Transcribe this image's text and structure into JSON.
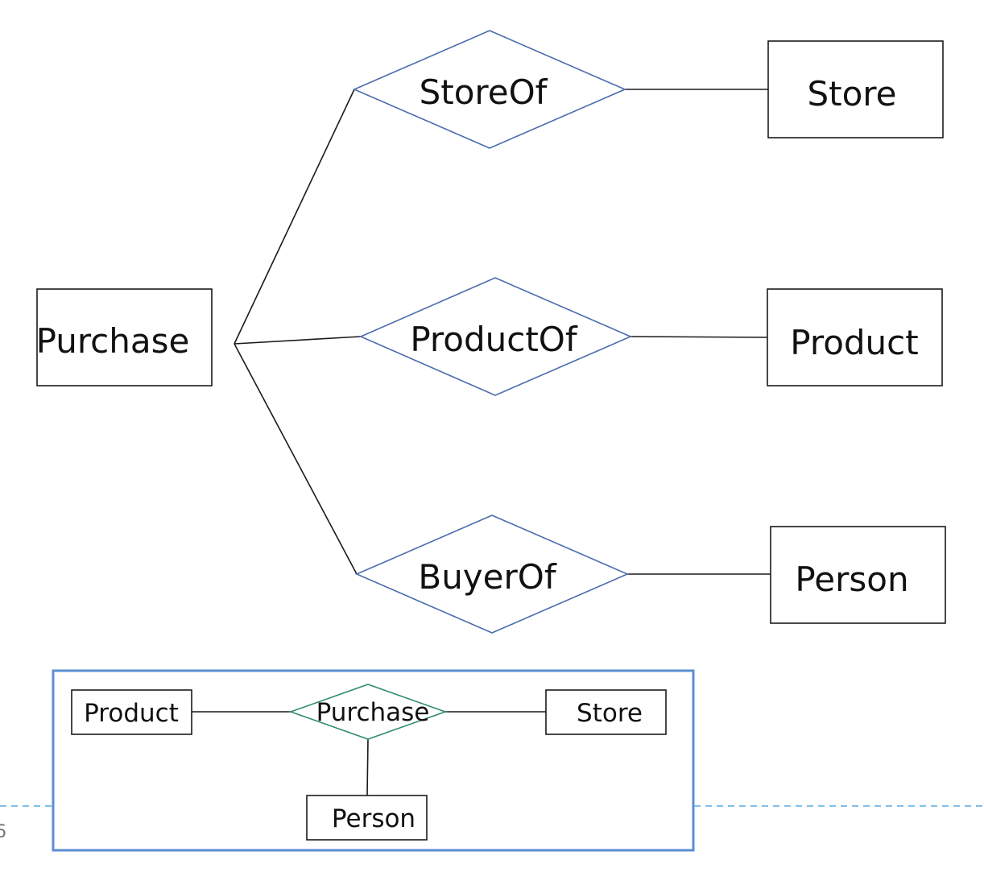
{
  "main_diagram": {
    "entities": {
      "purchase": "Purchase",
      "store": "Store",
      "product": "Product",
      "person": "Person"
    },
    "relationships": {
      "store_of": "StoreOf",
      "product_of": "ProductOf",
      "buyer_of": "BuyerOf"
    }
  },
  "inset_diagram": {
    "entities": {
      "product": "Product",
      "store": "Store",
      "person": "Person"
    },
    "relationships": {
      "purchase": "Purchase"
    }
  },
  "footer": {
    "slide_number": "6"
  },
  "colors": {
    "diamond_stroke": "#4a6cae",
    "inset_diamond_stroke": "#2e8b6e",
    "inset_frame": "#5b8fd0",
    "dashed_rule": "#5aa9e0"
  }
}
